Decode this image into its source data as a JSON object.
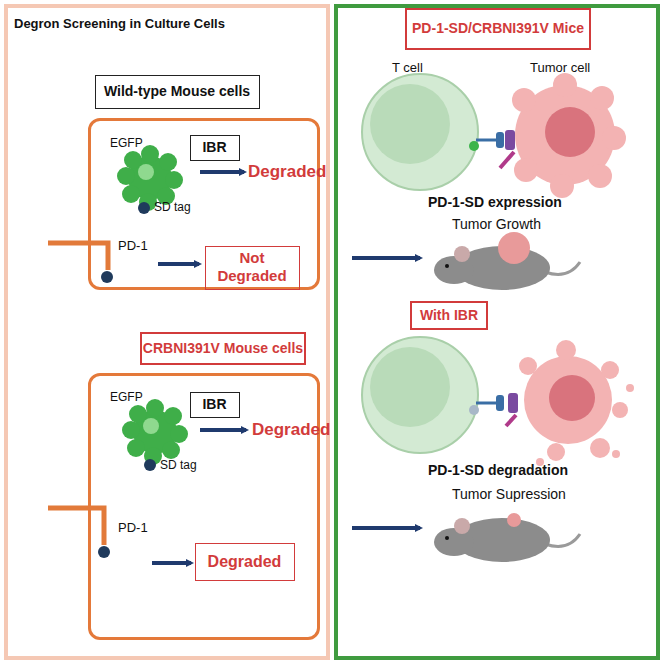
{
  "diagram": {
    "nodes": [
      {
        "text": [
          "Degron Screening in Culture Cells"
        ]
      },
      {
        "text": [
          "Wild-type Mouse cells"
        ],
        "in": 0
      },
      {
        "text": [
          "EGFP",
          "Degraded",
          "SD tag",
          "PD-1"
        ],
        "in": 0
      },
      {
        "text": [
          "IBR"
        ],
        "in": 2
      },
      {
        "text": [
          "Not Degraded"
        ],
        "in": 2
      },
      {
        "text": [
          "CRBNI391V Mouse cells"
        ],
        "in": 0
      },
      {
        "text": [
          "EGFP",
          "Degraded",
          "SD tag",
          "PD-1"
        ],
        "in": 0
      },
      {
        "text": [
          "IBR"
        ],
        "in": 6
      },
      {
        "text": [
          "Degraded"
        ],
        "in": 6
      },
      {
        "text": [
          "T cell",
          "Tumor cell",
          "PD-1-SD expression",
          "Tumor Growth",
          "PD-1-SD degradation",
          "Tumor Supression"
        ]
      },
      {
        "text": [
          "PD-1-SD/CRBNI391V Mice"
        ],
        "in": 9
      },
      {
        "text": [
          "With IBR"
        ],
        "in": 9
      }
    ]
  }
}
